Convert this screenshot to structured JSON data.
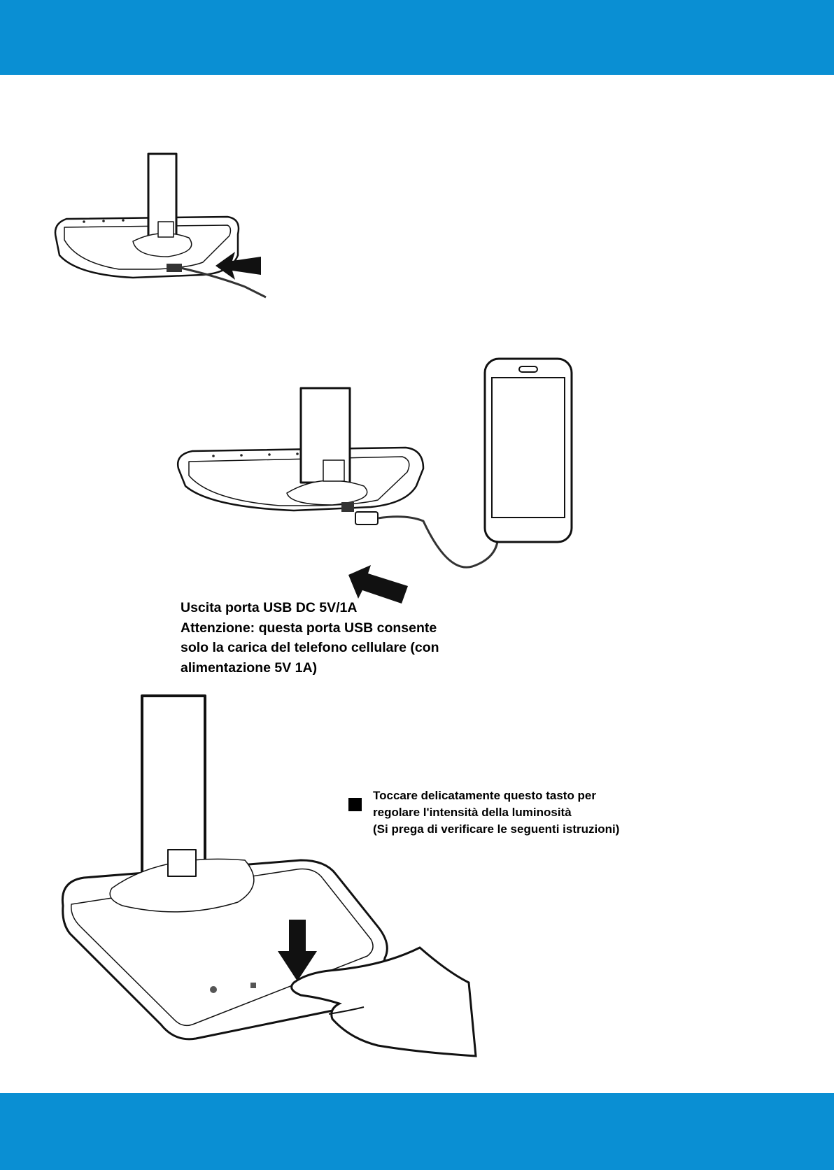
{
  "header": {
    "color": "#0a8fd3"
  },
  "footer": {
    "color": "#0a8fd3"
  },
  "usb_output": {
    "lines": [
      "Uscita porta USB DC 5V/1A",
      "Attenzione: questa porta USB consente",
      "solo la carica del telefono cellulare (con",
      "alimentazione 5V 1A)"
    ]
  },
  "touch_button": {
    "lines": [
      "Toccare delicatamente questo tasto per",
      "regolare l'intensità della luminosità",
      "(Si prega di verificare le seguenti istruzioni)"
    ]
  },
  "icons": [
    "arrow-left-icon",
    "arrow-down-icon",
    "square-bullet-icon",
    "smartphone-icon",
    "hand-icon"
  ]
}
